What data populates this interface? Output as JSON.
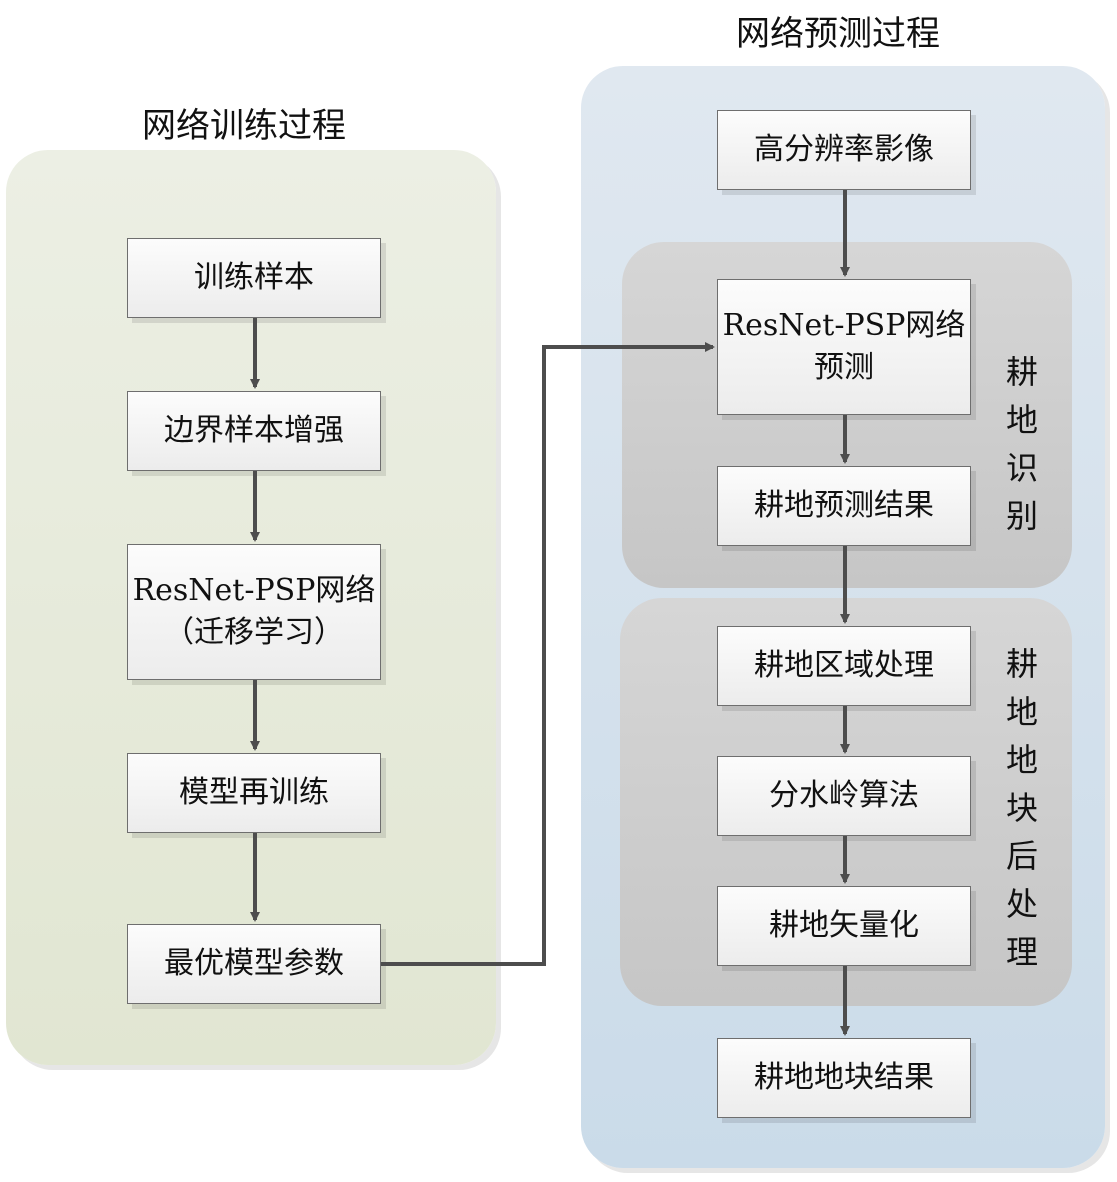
{
  "training": {
    "title": "网络训练过程",
    "steps": [
      "训练样本",
      "边界样本增强",
      "ResNet-PSP网络",
      "（迁移学习）",
      "模型再训练",
      "最优模型参数"
    ]
  },
  "prediction": {
    "title": "网络预测过程",
    "input": "高分辨率影像",
    "recognition": {
      "label": "耕地识别",
      "steps": [
        "ResNet-PSP网络",
        "预测",
        "耕地预测结果"
      ]
    },
    "postprocess": {
      "label": "耕地地块后处理",
      "steps": [
        "耕地区域处理",
        "分水岭算法",
        "耕地矢量化"
      ]
    },
    "output": "耕地地块结果"
  },
  "colors": {
    "training_panel": "#e5e9d8",
    "prediction_panel": "#d5e2ed",
    "group": "#cecece",
    "arrow": "#4d4d4d"
  }
}
